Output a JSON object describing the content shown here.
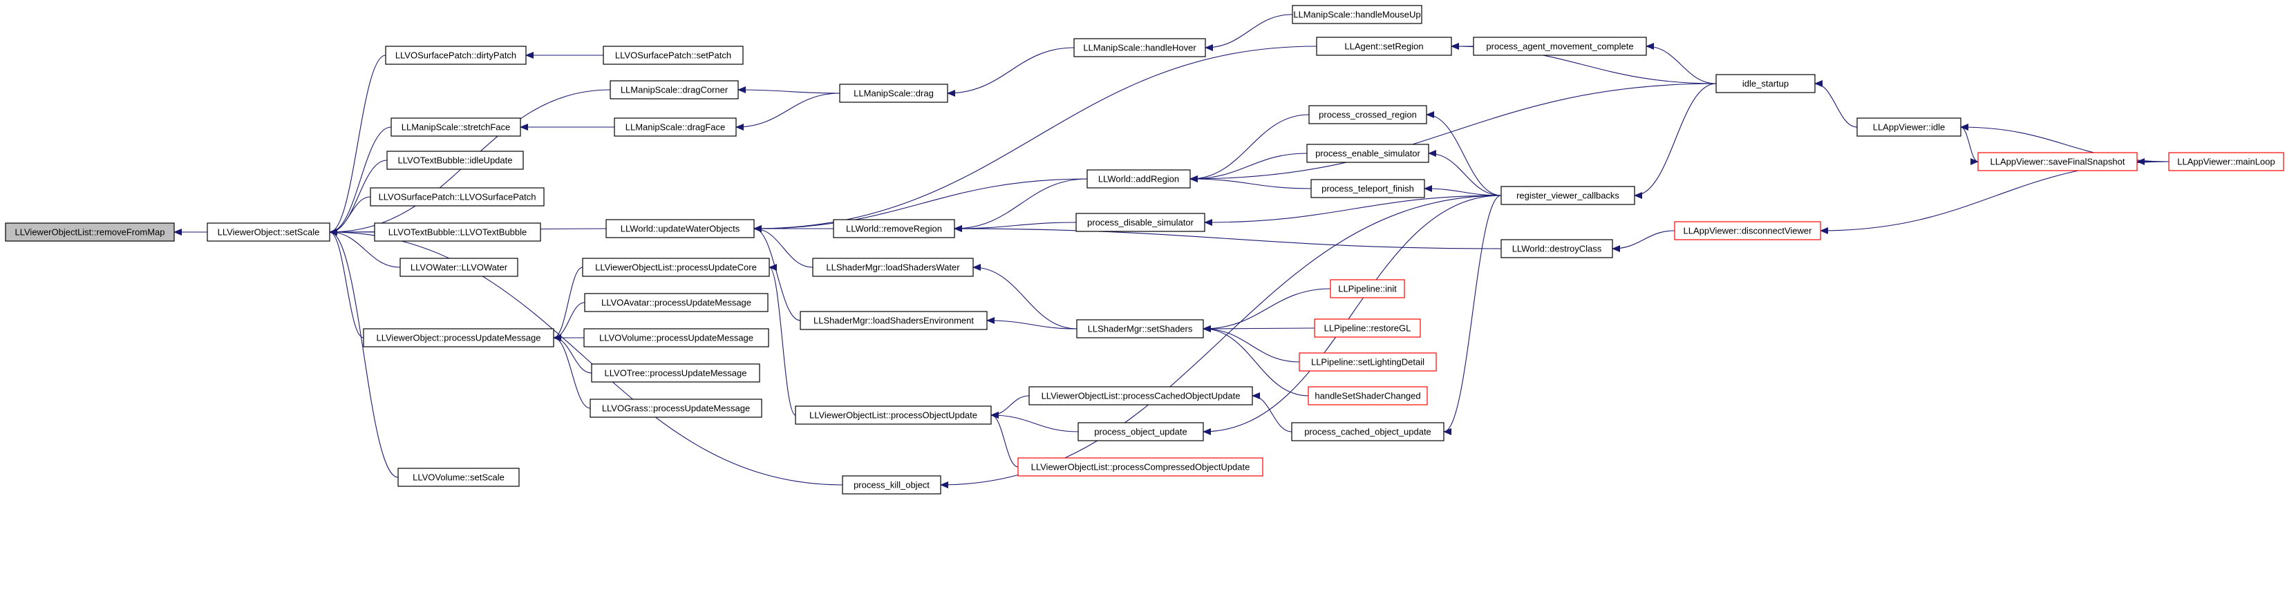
{
  "colors": {
    "edge": "#191970",
    "border": "#000000",
    "highlight_border": "#ff0000",
    "root_fill": "#bfbfbf"
  },
  "nodes": [
    {
      "id": "removeFromMap",
      "label": "LLViewerObjectList::removeFromMap",
      "root": true
    },
    {
      "id": "setScale",
      "label": "LLViewerObject::setScale"
    },
    {
      "id": "dirtyPatch",
      "label": "LLVOSurfacePatch::dirtyPatch"
    },
    {
      "id": "stretchFace",
      "label": "LLManipScale::stretchFace"
    },
    {
      "id": "idleUpdate",
      "label": "LLVOTextBubble::idleUpdate"
    },
    {
      "id": "vosurfacepatch",
      "label": "LLVOSurfacePatch::LLVOSurfacePatch"
    },
    {
      "id": "votextbubble",
      "label": "LLVOTextBubble::LLVOTextBubble"
    },
    {
      "id": "vowater",
      "label": "LLVOWater::LLVOWater"
    },
    {
      "id": "processUpdateMessage",
      "label": "LLViewerObject::processUpdateMessage"
    },
    {
      "id": "volumeSetScale",
      "label": "LLVOVolume::setScale"
    },
    {
      "id": "setPatch",
      "label": "LLVOSurfacePatch::setPatch"
    },
    {
      "id": "dragCorner",
      "label": "LLManipScale::dragCorner"
    },
    {
      "id": "dragFace",
      "label": "LLManipScale::dragFace"
    },
    {
      "id": "updateWaterObjects",
      "label": "LLWorld::updateWaterObjects"
    },
    {
      "id": "processUpdateCore",
      "label": "LLViewerObjectList::processUpdateCore"
    },
    {
      "id": "avatarPUM",
      "label": "LLVOAvatar::processUpdateMessage"
    },
    {
      "id": "volumePUM",
      "label": "LLVOVolume::processUpdateMessage"
    },
    {
      "id": "treePUM",
      "label": "LLVOTree::processUpdateMessage"
    },
    {
      "id": "grassPUM",
      "label": "LLVOGrass::processUpdateMessage"
    },
    {
      "id": "processKillObject",
      "label": "process_kill_object"
    },
    {
      "id": "drag",
      "label": "LLManipScale::drag"
    },
    {
      "id": "removeRegion",
      "label": "LLWorld::removeRegion"
    },
    {
      "id": "loadShadersWater",
      "label": "LLShaderMgr::loadShadersWater"
    },
    {
      "id": "loadShadersEnv",
      "label": "LLShaderMgr::loadShadersEnvironment"
    },
    {
      "id": "processObjectUpdate",
      "label": "LLViewerObjectList::processObjectUpdate"
    },
    {
      "id": "handleHover",
      "label": "LLManipScale::handleHover"
    },
    {
      "id": "handleMouseUp",
      "label": "LLManipScale::handleMouseUp"
    },
    {
      "id": "setRegion",
      "label": "LLAgent::setRegion"
    },
    {
      "id": "addRegion",
      "label": "LLWorld::addRegion"
    },
    {
      "id": "processDisableSimulator",
      "label": "process_disable_simulator"
    },
    {
      "id": "setShaders",
      "label": "LLShaderMgr::setShaders"
    },
    {
      "id": "processCachedObjectUpdate",
      "label": "LLViewerObjectList::processCachedObjectUpdate"
    },
    {
      "id": "processObjectUpdateFn",
      "label": "process_object_update"
    },
    {
      "id": "processCompressed",
      "label": "LLViewerObjectList::processCompressedObjectUpdate",
      "red": true
    },
    {
      "id": "processAgentMovement",
      "label": "process_agent_movement_complete"
    },
    {
      "id": "processCrossedRegion",
      "label": "process_crossed_region"
    },
    {
      "id": "processEnableSimulator",
      "label": "process_enable_simulator"
    },
    {
      "id": "processTeleportFinish",
      "label": "process_teleport_finish"
    },
    {
      "id": "pipelineInit",
      "label": "LLPipeline::init",
      "red": true
    },
    {
      "id": "restoreGL",
      "label": "LLPipeline::restoreGL",
      "red": true
    },
    {
      "id": "setLightingDetail",
      "label": "LLPipeline::setLightingDetail",
      "red": true
    },
    {
      "id": "handleSetShaderChanged",
      "label": "handleSetShaderChanged",
      "red": true
    },
    {
      "id": "processCachedObjectUpdateFn",
      "label": "process_cached_object_update"
    },
    {
      "id": "registerCallbacks",
      "label": "register_viewer_callbacks"
    },
    {
      "id": "destroyClass",
      "label": "LLWorld::destroyClass"
    },
    {
      "id": "idleStartup",
      "label": "idle_startup"
    },
    {
      "id": "disconnectViewer",
      "label": "LLAppViewer::disconnectViewer",
      "red": true
    },
    {
      "id": "appIdle",
      "label": "LLAppViewer::idle"
    },
    {
      "id": "saveFinalSnapshot",
      "label": "LLAppViewer::saveFinalSnapshot",
      "red": true
    },
    {
      "id": "mainLoop",
      "label": "LLAppViewer::mainLoop",
      "red": true
    }
  ],
  "edges": [
    {
      "from": "setScale",
      "to": "removeFromMap"
    },
    {
      "from": "dirtyPatch",
      "to": "setScale"
    },
    {
      "from": "stretchFace",
      "to": "setScale"
    },
    {
      "from": "idleUpdate",
      "to": "setScale"
    },
    {
      "from": "vosurfacepatch",
      "to": "setScale"
    },
    {
      "from": "votextbubble",
      "to": "setScale"
    },
    {
      "from": "vowater",
      "to": "setScale"
    },
    {
      "from": "processUpdateMessage",
      "to": "setScale"
    },
    {
      "from": "volumeSetScale",
      "to": "setScale"
    },
    {
      "from": "dragCorner",
      "to": "setScale"
    },
    {
      "from": "updateWaterObjects",
      "to": "setScale"
    },
    {
      "from": "processKillObject",
      "to": "setScale"
    },
    {
      "from": "setPatch",
      "to": "dirtyPatch"
    },
    {
      "from": "dragFace",
      "to": "stretchFace"
    },
    {
      "from": "processUpdateCore",
      "to": "processUpdateMessage"
    },
    {
      "from": "avatarPUM",
      "to": "processUpdateMessage"
    },
    {
      "from": "volumePUM",
      "to": "processUpdateMessage"
    },
    {
      "from": "treePUM",
      "to": "processUpdateMessage"
    },
    {
      "from": "grassPUM",
      "to": "processUpdateMessage"
    },
    {
      "from": "drag",
      "to": "dragCorner"
    },
    {
      "from": "drag",
      "to": "dragFace"
    },
    {
      "from": "handleHover",
      "to": "drag"
    },
    {
      "from": "handleMouseUp",
      "to": "handleHover"
    },
    {
      "from": "setRegion",
      "to": "updateWaterObjects"
    },
    {
      "from": "addRegion",
      "to": "updateWaterObjects"
    },
    {
      "from": "removeRegion",
      "to": "updateWaterObjects"
    },
    {
      "from": "loadShadersWater",
      "to": "updateWaterObjects"
    },
    {
      "from": "loadShadersEnv",
      "to": "updateWaterObjects"
    },
    {
      "from": "processObjectUpdate",
      "to": "processUpdateCore"
    },
    {
      "from": "registerCallbacks",
      "to": "processKillObject"
    },
    {
      "from": "addRegion",
      "to": "removeRegion"
    },
    {
      "from": "processDisableSimulator",
      "to": "removeRegion"
    },
    {
      "from": "destroyClass",
      "to": "removeRegion"
    },
    {
      "from": "setShaders",
      "to": "loadShadersWater"
    },
    {
      "from": "setShaders",
      "to": "loadShadersEnv"
    },
    {
      "from": "processCachedObjectUpdate",
      "to": "processObjectUpdate"
    },
    {
      "from": "processObjectUpdateFn",
      "to": "processObjectUpdate"
    },
    {
      "from": "processCompressed",
      "to": "processObjectUpdate"
    },
    {
      "from": "processAgentMovement",
      "to": "setRegion"
    },
    {
      "from": "idleStartup",
      "to": "setRegion"
    },
    {
      "from": "idleStartup",
      "to": "addRegion"
    },
    {
      "from": "processCrossedRegion",
      "to": "addRegion"
    },
    {
      "from": "processEnableSimulator",
      "to": "addRegion"
    },
    {
      "from": "processTeleportFinish",
      "to": "addRegion"
    },
    {
      "from": "registerCallbacks",
      "to": "processDisableSimulator"
    },
    {
      "from": "pipelineInit",
      "to": "setShaders"
    },
    {
      "from": "restoreGL",
      "to": "setShaders"
    },
    {
      "from": "setLightingDetail",
      "to": "setShaders"
    },
    {
      "from": "handleSetShaderChanged",
      "to": "setShaders"
    },
    {
      "from": "processCachedObjectUpdateFn",
      "to": "processCachedObjectUpdate"
    },
    {
      "from": "registerCallbacks",
      "to": "processObjectUpdateFn"
    },
    {
      "from": "registerCallbacks",
      "to": "processCachedObjectUpdateFn"
    },
    {
      "from": "idleStartup",
      "to": "processAgentMovement"
    },
    {
      "from": "registerCallbacks",
      "to": "processCrossedRegion"
    },
    {
      "from": "registerCallbacks",
      "to": "processEnableSimulator"
    },
    {
      "from": "registerCallbacks",
      "to": "processTeleportFinish"
    },
    {
      "from": "idleStartup",
      "to": "registerCallbacks"
    },
    {
      "from": "disconnectViewer",
      "to": "destroyClass"
    },
    {
      "from": "appIdle",
      "to": "idleStartup"
    },
    {
      "from": "mainLoop",
      "to": "disconnectViewer"
    },
    {
      "from": "mainLoop",
      "to": "appIdle"
    },
    {
      "from": "appIdle",
      "to": "saveFinalSnapshot"
    },
    {
      "from": "mainLoop",
      "to": "saveFinalSnapshot"
    }
  ]
}
